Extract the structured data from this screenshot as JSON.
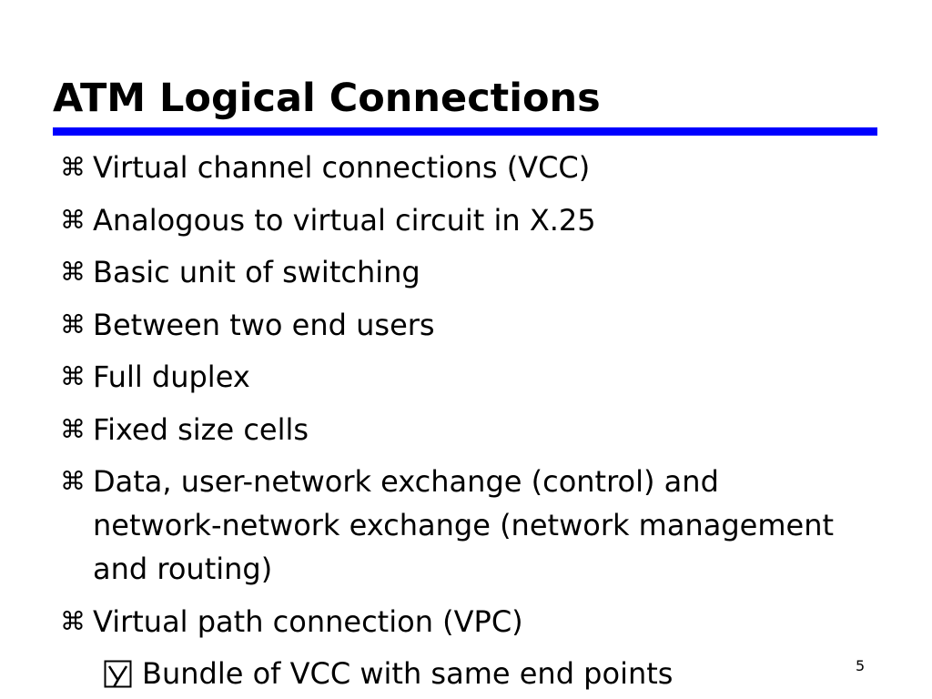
{
  "slide": {
    "title": "ATM Logical Connections",
    "accent_color": "#0000ff",
    "bullet_icon": "command-key-icon",
    "sub_bullet_icon": "boxed-checkmark-icon",
    "bullet_symbol": "⌘",
    "bullets": [
      "Virtual channel connections (VCC)",
      "Analogous to virtual circuit in X.25",
      "Basic unit of switching",
      "Between two end users",
      "Full duplex",
      "Fixed size cells",
      "Data, user-network exchange (control) and network-network exchange (network management and routing)",
      "Virtual path connection (VPC)"
    ],
    "sub_bullets": [
      "Bundle of VCC with same end points"
    ],
    "page_number": "5"
  }
}
